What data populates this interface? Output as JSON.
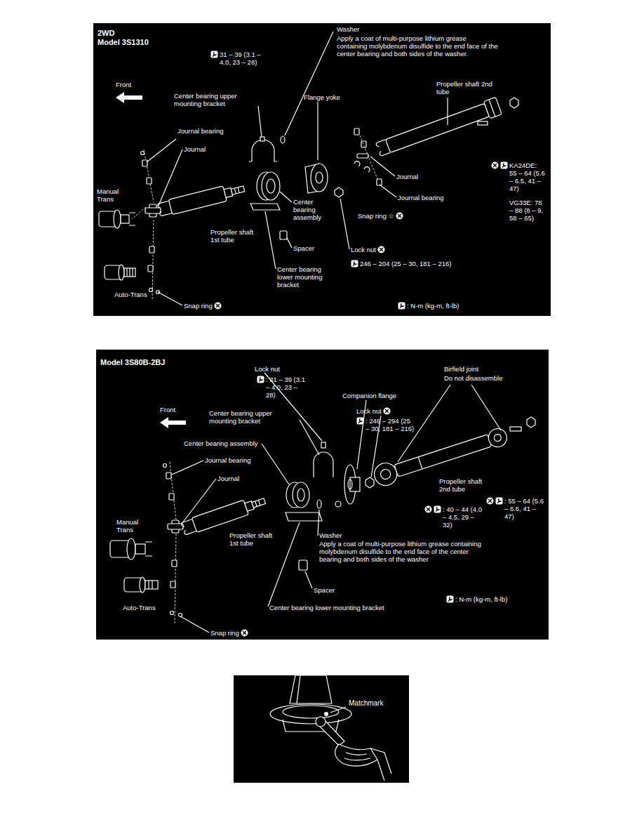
{
  "diagram": {
    "nodes": [
      {
        "text": [
          "2WD",
          "Model 3S1310"
        ]
      },
      {
        "text": [
          "Model 3S80B-2BJ"
        ]
      },
      {
        "text": [
          "Matchmark"
        ]
      }
    ],
    "labels": [
      "31 – 39 (3.1 – 4.0, 23 – 28)",
      "Washer",
      "Apply a coat of multi-purpose lithium grease containing molybdenum disulfide to the end face of the center bearing and both sides of the washer.",
      "Front",
      "Center bearing upper mounting bracket",
      "Flange yoke",
      "Propeller shaft 2nd tube",
      "Journal bearing",
      "Journal",
      "KA24DE: 55 – 64 (5.6 – 6.5, 41 – 47)",
      "VG33E: 78 – 88 (8 – 9, 58 – 65)",
      "Journal",
      "Manual Trans",
      "Journal bearing",
      "Center bearing assembly",
      "Snap ring ☆",
      "Propeller shaft 1st tube",
      "Spacer",
      "Lock nut",
      "246 – 204 (25 – 30, 181 – 216)",
      "Center bearing lower mounting bracket",
      "Auto-Trans",
      "Snap ring",
      ": N-m (kg-m, ft-lb)",
      "Lock nut",
      ": 31 – 39 (3.1 – 4.0, 23 – 28)",
      "Birfield joint",
      "Do not disassemble",
      "Companion flange",
      "Lock nut",
      ": 246 – 294 (25 – 30, 181 – 216)",
      "Front",
      "Center bearing upper mounting bracket",
      "Center bearing assembly",
      "Journal bearing",
      "Journal",
      "Propeller shaft 2nd tube",
      ": 55 – 64 (5.6 – 6.6, 41 – 47)",
      ": 40 – 44 (4.0 – 4.5, 29 – 32)",
      "Manual Trans",
      "Propeller shaft 1st tube",
      "Washer",
      "Apply a coat of multi-purpose lithium grease containing molybdenum disulfide to the end face of the center bearing and both sides of the washer",
      ": N-m (kg-m, ft-lb)",
      "Spacer",
      "Center bearing lower mounting bracket",
      "Auto-Trans",
      "Snap ring"
    ]
  }
}
